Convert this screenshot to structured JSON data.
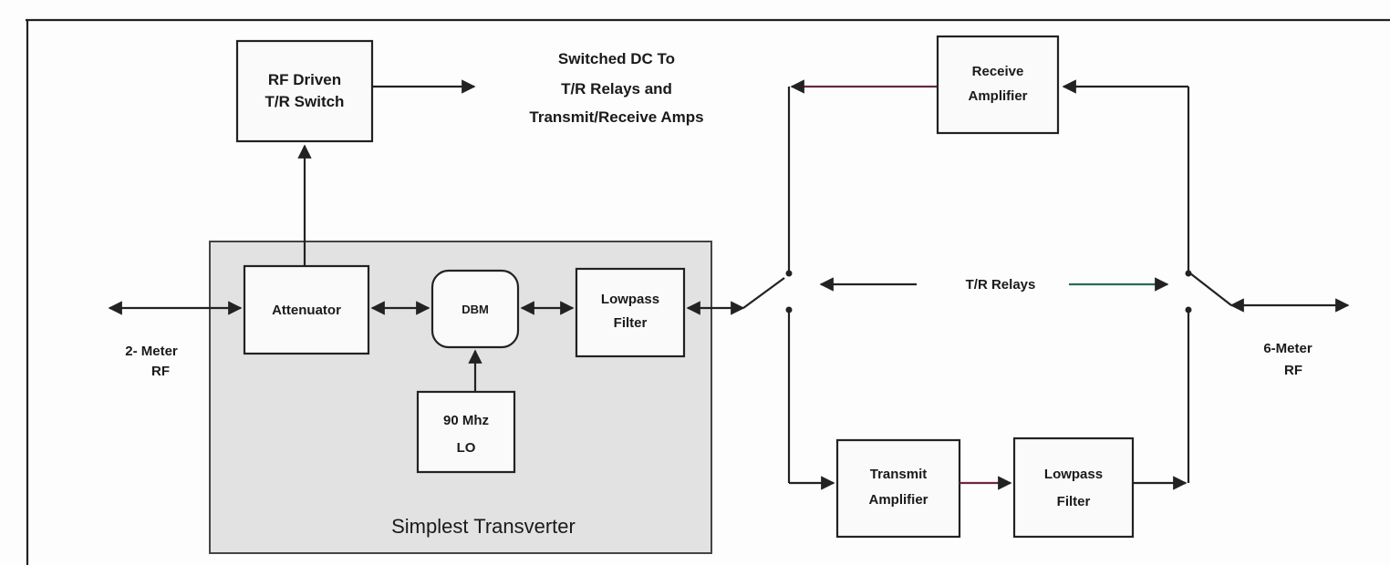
{
  "blocks": {
    "rf_switch": [
      "RF Driven",
      "T/R Switch"
    ],
    "switched_dc": [
      "Switched DC To",
      "T/R Relays and",
      "Transmit/Receive Amps"
    ],
    "receive_amp": [
      "Receive",
      "Amplifier"
    ],
    "attenuator": "Attenuator",
    "dbm": "DBM",
    "lowpass_left": [
      "Lowpass",
      "Filter"
    ],
    "lo": [
      "90 Mhz",
      "LO"
    ],
    "transverter_label": "Simplest Transverter",
    "tr_relays": "T/R  Relays",
    "transmit_amp": [
      "Transmit",
      "Amplifier"
    ],
    "lowpass_right": [
      "Lowpass",
      "Filter"
    ],
    "rf_2m": [
      "2- Meter",
      "RF"
    ],
    "rf_6m": [
      "6-Meter",
      "RF"
    ]
  }
}
